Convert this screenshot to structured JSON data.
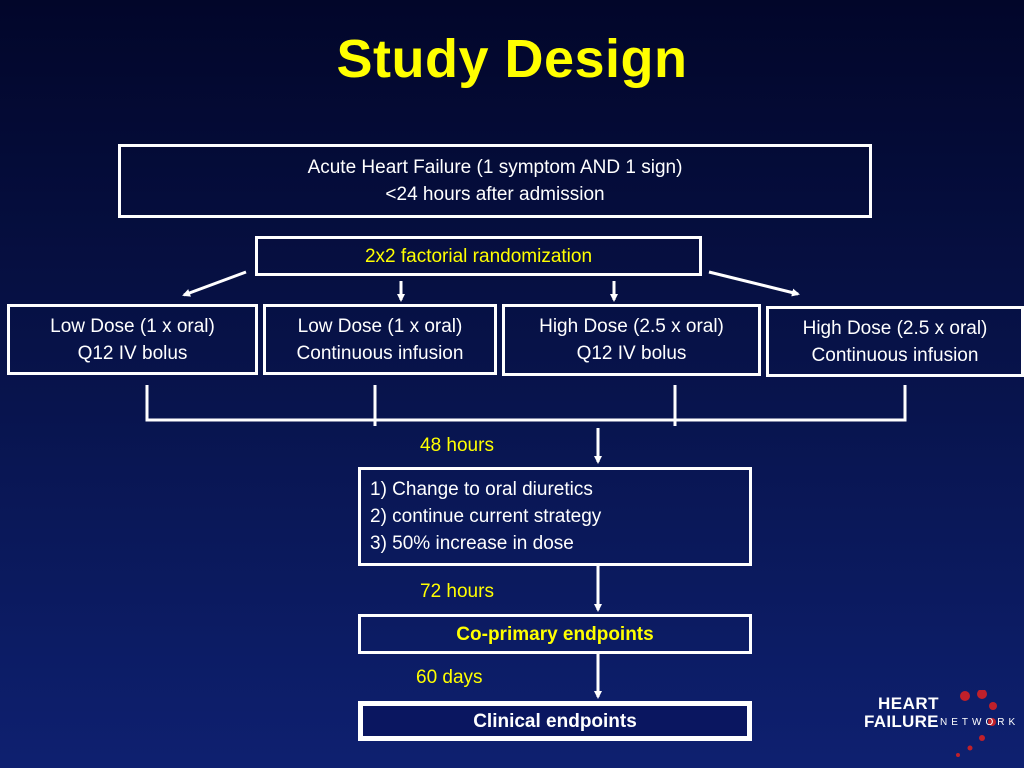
{
  "slide": {
    "title": "Study Design"
  },
  "diagram": {
    "population": {
      "line1": "Acute Heart Failure (1 symptom AND 1 sign)",
      "line2": "<24 hours after admission"
    },
    "randomization": "2x2 factorial randomization",
    "arms": [
      {
        "line1": "Low Dose (1 x oral)",
        "line2": "Q12 IV bolus"
      },
      {
        "line1": "Low Dose (1 x oral)",
        "line2": "Continuous infusion"
      },
      {
        "line1": "High Dose (2.5 x oral)",
        "line2": "Q12 IV bolus"
      },
      {
        "line1": "High Dose (2.5 x oral)",
        "line2": "Continuous infusion"
      }
    ],
    "timepoint_48": "48 hours",
    "options": {
      "line1": "1) Change to oral diuretics",
      "line2": "2) continue current strategy",
      "line3": "3) 50% increase in dose"
    },
    "timepoint_72": "72 hours",
    "coprimary": "Co-primary endpoints",
    "timepoint_60d": "60 days",
    "clinical": "Clinical endpoints"
  },
  "logo": {
    "heart": "HEART",
    "failure": "FAILURE",
    "network": "NETWORK",
    "accent_color": "#c0202a"
  },
  "colors": {
    "title": "#ffff00",
    "label": "#ffff00",
    "box_border": "#ffffff",
    "background_top": "#02062a",
    "background_bottom": "#0e2070"
  }
}
